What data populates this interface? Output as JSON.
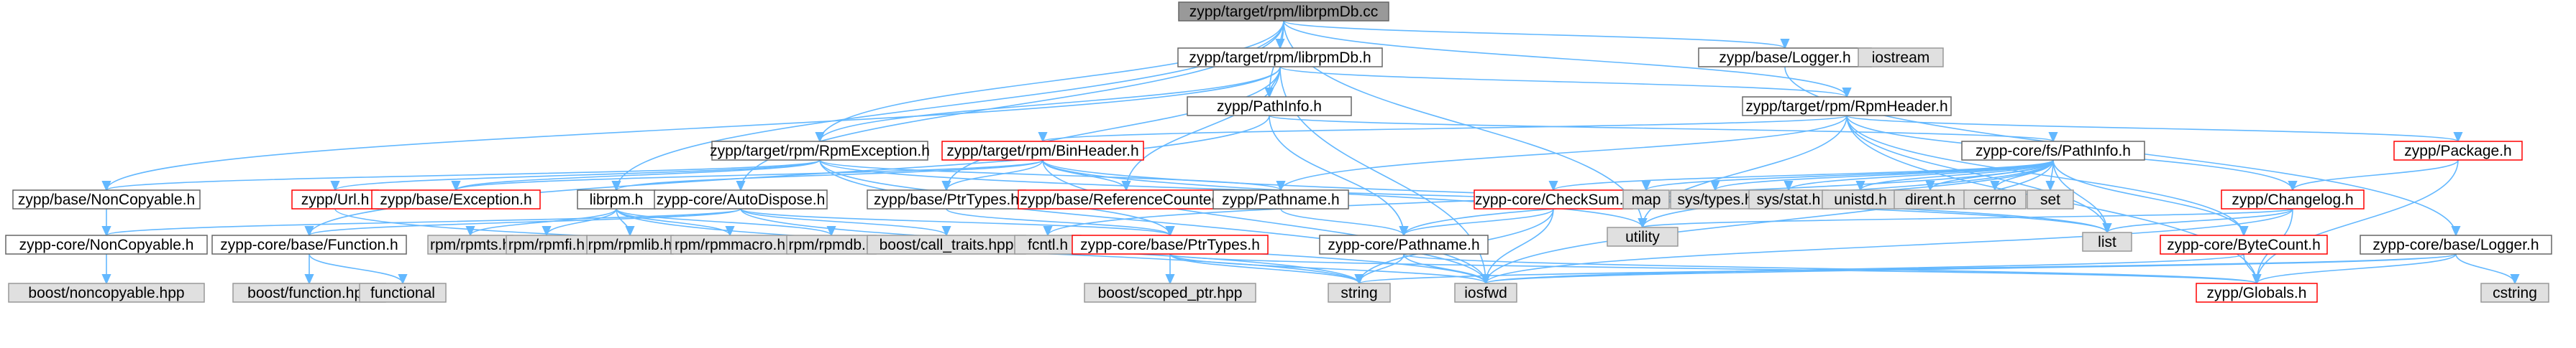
{
  "diagram": {
    "title": "zypp/target/rpm/librpmDb.cc",
    "nodes": [
      {
        "id": "root",
        "label": "zypp/target/rpm/librpmDb.cc",
        "kind": "root"
      },
      {
        "id": "librpmdb_h",
        "label": "zypp/target/rpm/librpmDb.h",
        "kind": "normal"
      },
      {
        "id": "base_logger",
        "label": "zypp/base/Logger.h",
        "kind": "normal"
      },
      {
        "id": "iostream",
        "label": "iostream",
        "kind": "system"
      },
      {
        "id": "pathinfo_h",
        "label": "zypp/PathInfo.h",
        "kind": "normal"
      },
      {
        "id": "rpmheader_h",
        "label": "zypp/target/rpm/RpmHeader.h",
        "kind": "normal"
      },
      {
        "id": "rpmexception_h",
        "label": "zypp/target/rpm/RpmException.h",
        "kind": "normal"
      },
      {
        "id": "binheader_h",
        "label": "zypp/target/rpm/BinHeader.h",
        "kind": "red"
      },
      {
        "id": "corefs_pathinfo",
        "label": "zypp-core/fs/PathInfo.h",
        "kind": "normal"
      },
      {
        "id": "package_h",
        "label": "zypp/Package.h",
        "kind": "red"
      },
      {
        "id": "base_noncopyable",
        "label": "zypp/base/NonCopyable.h",
        "kind": "normal"
      },
      {
        "id": "url_h",
        "label": "zypp/Url.h",
        "kind": "red"
      },
      {
        "id": "base_exception",
        "label": "zypp/base/Exception.h",
        "kind": "red"
      },
      {
        "id": "librpm_h",
        "label": "librpm.h",
        "kind": "normal"
      },
      {
        "id": "autodispose",
        "label": "zypp-core/AutoDispose.h",
        "kind": "normal"
      },
      {
        "id": "base_ptrtypes",
        "label": "zypp/base/PtrTypes.h",
        "kind": "normal"
      },
      {
        "id": "base_refcounted",
        "label": "zypp/base/ReferenceCounted.h",
        "kind": "red"
      },
      {
        "id": "pathname_h",
        "label": "zypp/Pathname.h",
        "kind": "normal"
      },
      {
        "id": "checksum",
        "label": "zypp-core/CheckSum.h",
        "kind": "red"
      },
      {
        "id": "map",
        "label": "map",
        "kind": "system"
      },
      {
        "id": "systypes",
        "label": "sys/types.h",
        "kind": "system"
      },
      {
        "id": "sysstat",
        "label": "sys/stat.h",
        "kind": "system"
      },
      {
        "id": "unistd",
        "label": "unistd.h",
        "kind": "system"
      },
      {
        "id": "dirent",
        "label": "dirent.h",
        "kind": "system"
      },
      {
        "id": "cerrno",
        "label": "cerrno",
        "kind": "system"
      },
      {
        "id": "set",
        "label": "set",
        "kind": "system"
      },
      {
        "id": "changelog",
        "label": "zypp/Changelog.h",
        "kind": "red"
      },
      {
        "id": "core_noncopyable",
        "label": "zypp-core/NonCopyable.h",
        "kind": "normal"
      },
      {
        "id": "core_function",
        "label": "zypp-core/base/Function.h",
        "kind": "normal"
      },
      {
        "id": "rpmrpmts",
        "label": "rpm/rpmts.h",
        "kind": "system"
      },
      {
        "id": "rpmrpmlib",
        "label": "rpm/rpmlib.h",
        "kind": "system"
      },
      {
        "id": "rpmrpmfi",
        "label": "rpm/rpmfi.h",
        "kind": "system"
      },
      {
        "id": "rpmrpmmacro",
        "label": "rpm/rpmmacro.h",
        "kind": "system"
      },
      {
        "id": "rpmrpmdb",
        "label": "rpm/rpmdb.h",
        "kind": "system"
      },
      {
        "id": "boost_calltraits",
        "label": "boost/call_traits.hpp",
        "kind": "system"
      },
      {
        "id": "fcntl",
        "label": "fcntl.h",
        "kind": "system"
      },
      {
        "id": "core_ptrtypes",
        "label": "zypp-core/base/PtrTypes.h",
        "kind": "red"
      },
      {
        "id": "core_pathname",
        "label": "zypp-core/Pathname.h",
        "kind": "normal"
      },
      {
        "id": "utility",
        "label": "utility",
        "kind": "system"
      },
      {
        "id": "list",
        "label": "list",
        "kind": "system"
      },
      {
        "id": "core_bytecount",
        "label": "zypp-core/ByteCount.h",
        "kind": "red"
      },
      {
        "id": "core_logger",
        "label": "zypp-core/base/Logger.h",
        "kind": "normal"
      },
      {
        "id": "boost_noncopyable",
        "label": "boost/noncopyable.hpp",
        "kind": "system"
      },
      {
        "id": "boost_function",
        "label": "boost/function.hpp",
        "kind": "system"
      },
      {
        "id": "functional",
        "label": "functional",
        "kind": "system"
      },
      {
        "id": "boost_scopedptr",
        "label": "boost/scoped_ptr.hpp",
        "kind": "system"
      },
      {
        "id": "string",
        "label": "string",
        "kind": "system"
      },
      {
        "id": "iosfwd",
        "label": "iosfwd",
        "kind": "system"
      },
      {
        "id": "globals",
        "label": "zypp/Globals.h",
        "kind": "red"
      },
      {
        "id": "cstring",
        "label": "cstring",
        "kind": "system"
      }
    ],
    "edges": [
      [
        "root",
        "librpmdb_h"
      ],
      [
        "root",
        "base_logger"
      ],
      [
        "root",
        "pathinfo_h"
      ],
      [
        "root",
        "rpmheader_h"
      ],
      [
        "root",
        "rpmexception_h"
      ],
      [
        "root",
        "librpm_h"
      ],
      [
        "root",
        "autodispose"
      ],
      [
        "root",
        "utility"
      ],
      [
        "librpmdb_h",
        "base_noncopyable"
      ],
      [
        "librpmdb_h",
        "base_ptrtypes"
      ],
      [
        "librpmdb_h",
        "pathinfo_h"
      ],
      [
        "librpmdb_h",
        "rpmheader_h"
      ],
      [
        "librpmdb_h",
        "rpmexception_h"
      ],
      [
        "librpmdb_h",
        "iosfwd"
      ],
      [
        "librpmdb_h",
        "base_refcounted"
      ],
      [
        "base_logger",
        "iostream"
      ],
      [
        "base_logger",
        "core_logger"
      ],
      [
        "pathinfo_h",
        "corefs_pathinfo"
      ],
      [
        "pathinfo_h",
        "core_pathname"
      ],
      [
        "pathinfo_h",
        "core_function"
      ],
      [
        "rpmheader_h",
        "binheader_h"
      ],
      [
        "rpmheader_h",
        "package_h"
      ],
      [
        "rpmheader_h",
        "changelog"
      ],
      [
        "rpmheader_h",
        "pathname_h"
      ],
      [
        "rpmheader_h",
        "list"
      ],
      [
        "rpmheader_h",
        "utility"
      ],
      [
        "rpmheader_h",
        "core_bytecount"
      ],
      [
        "rpmheader_h",
        "globals"
      ],
      [
        "rpmexception_h",
        "base_noncopyable"
      ],
      [
        "rpmexception_h",
        "url_h"
      ],
      [
        "rpmexception_h",
        "base_exception"
      ],
      [
        "rpmexception_h",
        "pathname_h"
      ],
      [
        "rpmexception_h",
        "core_ptrtypes"
      ],
      [
        "rpmexception_h",
        "list"
      ],
      [
        "rpmexception_h",
        "iosfwd"
      ],
      [
        "binheader_h",
        "base_refcounted"
      ],
      [
        "binheader_h",
        "base_ptrtypes"
      ],
      [
        "binheader_h",
        "librpm_h"
      ],
      [
        "binheader_h",
        "list"
      ],
      [
        "binheader_h",
        "iosfwd"
      ],
      [
        "binheader_h",
        "utility"
      ],
      [
        "binheader_h",
        "base_exception"
      ],
      [
        "corefs_pathinfo",
        "map"
      ],
      [
        "corefs_pathinfo",
        "systypes"
      ],
      [
        "corefs_pathinfo",
        "sysstat"
      ],
      [
        "corefs_pathinfo",
        "unistd"
      ],
      [
        "corefs_pathinfo",
        "dirent"
      ],
      [
        "corefs_pathinfo",
        "cerrno"
      ],
      [
        "corefs_pathinfo",
        "set"
      ],
      [
        "corefs_pathinfo",
        "checksum"
      ],
      [
        "corefs_pathinfo",
        "core_pathname"
      ],
      [
        "corefs_pathinfo",
        "core_bytecount"
      ],
      [
        "corefs_pathinfo",
        "list"
      ],
      [
        "corefs_pathinfo",
        "utility"
      ],
      [
        "corefs_pathinfo",
        "fcntl"
      ],
      [
        "corefs_pathinfo",
        "iosfwd"
      ],
      [
        "package_h",
        "changelog"
      ],
      [
        "package_h",
        "globals"
      ],
      [
        "changelog",
        "list"
      ],
      [
        "changelog",
        "utility"
      ],
      [
        "changelog",
        "iosfwd"
      ],
      [
        "changelog",
        "globals"
      ],
      [
        "base_noncopyable",
        "core_noncopyable"
      ],
      [
        "core_noncopyable",
        "boost_noncopyable"
      ],
      [
        "core_function",
        "boost_function"
      ],
      [
        "core_function",
        "functional"
      ],
      [
        "librpm_h",
        "rpmrpmts"
      ],
      [
        "librpm_h",
        "rpmrpmfi"
      ],
      [
        "librpm_h",
        "rpmrpmlib"
      ],
      [
        "librpm_h",
        "rpmrpmmacro"
      ],
      [
        "librpm_h",
        "rpmrpmdb"
      ],
      [
        "librpm_h",
        "string"
      ],
      [
        "autodispose",
        "boost_calltraits"
      ],
      [
        "autodispose",
        "core_ptrtypes"
      ],
      [
        "autodispose",
        "core_noncopyable"
      ],
      [
        "autodispose",
        "iosfwd"
      ],
      [
        "autodispose",
        "core_function"
      ],
      [
        "base_ptrtypes",
        "core_ptrtypes"
      ],
      [
        "pathname_h",
        "core_pathname"
      ],
      [
        "checksum",
        "core_pathname"
      ],
      [
        "checksum",
        "string"
      ],
      [
        "checksum",
        "iosfwd"
      ],
      [
        "core_ptrtypes",
        "boost_scopedptr"
      ],
      [
        "core_ptrtypes",
        "string"
      ],
      [
        "core_ptrtypes",
        "iosfwd"
      ],
      [
        "core_ptrtypes",
        "globals"
      ],
      [
        "core_pathname",
        "string"
      ],
      [
        "core_pathname",
        "iosfwd"
      ],
      [
        "core_pathname",
        "globals"
      ],
      [
        "core_bytecount",
        "iosfwd"
      ],
      [
        "core_bytecount",
        "globals"
      ],
      [
        "core_logger",
        "cstring"
      ],
      [
        "core_logger",
        "iosfwd"
      ],
      [
        "core_logger",
        "string"
      ],
      [
        "core_logger",
        "globals"
      ],
      [
        "url_h",
        "string"
      ]
    ]
  },
  "colors": {
    "edge": "#63b8ff",
    "root_fill": "#999999",
    "root_stroke": "#666666",
    "normal_fill": "#ffffff",
    "normal_stroke": "#666666",
    "red_fill": "#ffffff",
    "red_stroke": "#ff0000",
    "system_fill": "#e0e0e0",
    "system_stroke": "#999999",
    "text": "#000000"
  }
}
